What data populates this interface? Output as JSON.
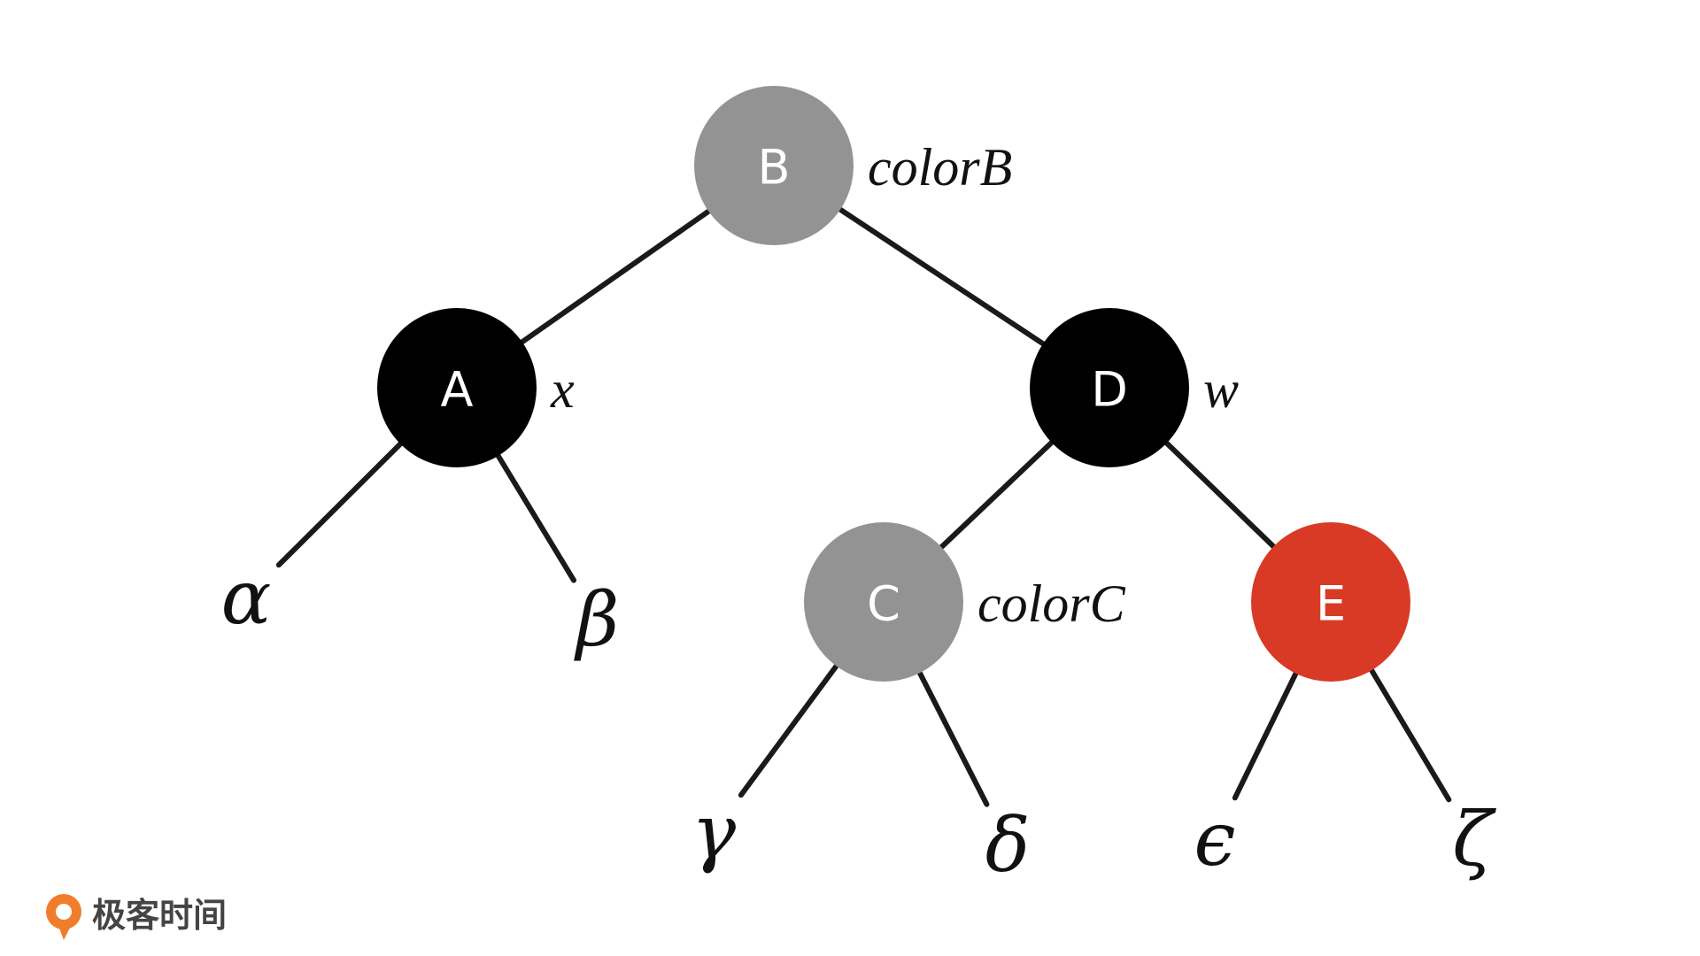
{
  "colors": {
    "gray": "#939393",
    "black": "#000000",
    "red": "#d93a26",
    "edge": "#1a1a1a",
    "brand_orange": "#f07d2a"
  },
  "nodes": [
    {
      "id": "B",
      "label": "B",
      "color": "gray",
      "tag": "colorB"
    },
    {
      "id": "A",
      "label": "A",
      "color": "black",
      "tag": "x"
    },
    {
      "id": "D",
      "label": "D",
      "color": "black",
      "tag": "w"
    },
    {
      "id": "C",
      "label": "C",
      "color": "gray",
      "tag": "colorC"
    },
    {
      "id": "E",
      "label": "E",
      "color": "red",
      "tag": ""
    }
  ],
  "leaves": [
    {
      "id": "alpha",
      "symbol": "α"
    },
    {
      "id": "beta",
      "symbol": "β"
    },
    {
      "id": "gamma",
      "symbol": "γ"
    },
    {
      "id": "delta",
      "symbol": "δ"
    },
    {
      "id": "epsilon",
      "symbol": "ϵ"
    },
    {
      "id": "zeta",
      "symbol": "ζ"
    }
  ],
  "edges": [
    [
      "B",
      "A"
    ],
    [
      "B",
      "D"
    ],
    [
      "A",
      "alpha"
    ],
    [
      "A",
      "beta"
    ],
    [
      "D",
      "C"
    ],
    [
      "D",
      "E"
    ],
    [
      "C",
      "gamma"
    ],
    [
      "C",
      "delta"
    ],
    [
      "E",
      "epsilon"
    ],
    [
      "E",
      "zeta"
    ]
  ],
  "brand": {
    "text": "极客时间",
    "icon": "geektime-logo-icon"
  }
}
